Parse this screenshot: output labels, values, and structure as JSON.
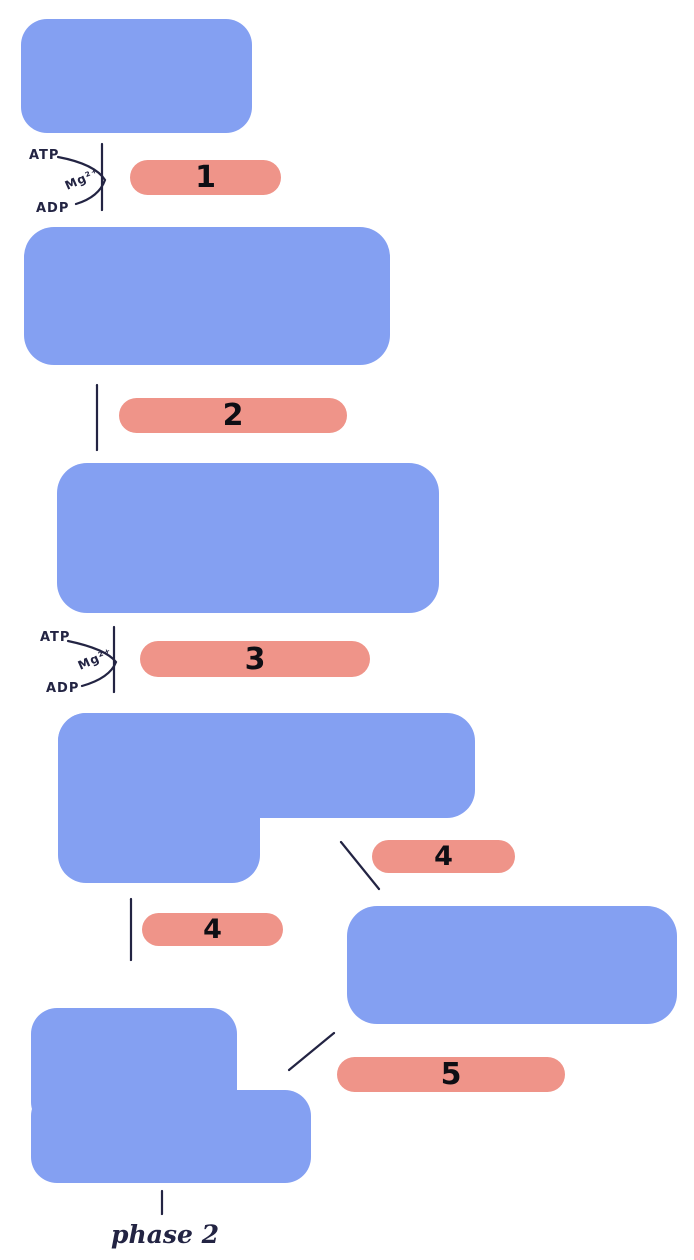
{
  "diagram": {
    "type": "hand-drawn biochemistry pathway (glycolysis phase 1 study blank)",
    "footer": {
      "phase_label": "phase 2"
    },
    "reaction1": {
      "substrate_in": "ATP",
      "cofactor": "Mg²⁺",
      "substrate_out": "ADP"
    },
    "reaction2": {
      "substrate_in": "ATP",
      "cofactor": "Mg²⁺",
      "substrate_out": "ADP"
    },
    "enzymes": [
      {
        "label": "1"
      },
      {
        "label": "2"
      },
      {
        "label": "3"
      },
      {
        "label": "4"
      },
      {
        "label": "4"
      },
      {
        "label": "5"
      }
    ],
    "metabolite_boxes": [
      {
        "name": "metabolite-box-1",
        "text": ""
      },
      {
        "name": "metabolite-box-2",
        "text": ""
      },
      {
        "name": "metabolite-box-3",
        "text": ""
      },
      {
        "name": "metabolite-box-4",
        "text": ""
      },
      {
        "name": "metabolite-box-5",
        "text": ""
      },
      {
        "name": "metabolite-box-6",
        "text": ""
      }
    ],
    "colors": {
      "metabolite_box_blue": "#84a0f2",
      "enzyme_pill_red": "#ef9489",
      "ink_navy": "#232443",
      "digit_black": "#0e0e14",
      "background": "#ffffff"
    }
  }
}
